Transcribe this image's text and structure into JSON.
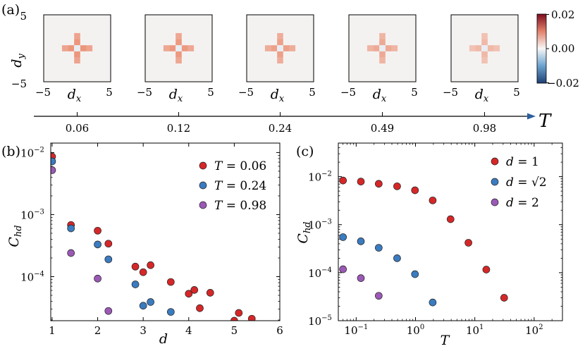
{
  "panel_a": {
    "label": "(a)",
    "tick_min": "−5",
    "tick_max": "5",
    "xlabel_base": "d",
    "xlabel_sub": "x",
    "ylabel_base": "d",
    "ylabel_sub": "y",
    "arrow_label": "T",
    "maps": [
      {
        "T": "0.06",
        "center_value": 0.0065
      },
      {
        "T": "0.12",
        "center_value": 0.0063
      },
      {
        "T": "0.24",
        "center_value": 0.0058
      },
      {
        "T": "0.49",
        "center_value": 0.0052
      },
      {
        "T": "0.98",
        "center_value": 0.0042
      }
    ],
    "colorbar": {
      "ticks": [
        "0.02",
        "0.00",
        "−0.02"
      ],
      "range": [
        -0.02,
        0.02
      ],
      "colormap": "RdBu_r",
      "colors": {
        "low": "#1f3f73",
        "mid": "#f7f7f7",
        "high": "#7d0c1f"
      }
    }
  },
  "chart_data": [
    {
      "panel": "b",
      "label": "(b)",
      "type": "scatter",
      "xlabel": "d",
      "ylabel_base": "C",
      "ylabel_sub": "hd",
      "xlim": [
        0.97,
        6
      ],
      "ylim": [
        1.95e-05,
        0.0142
      ],
      "y_scale": "log",
      "x_ticks": [
        "1",
        "2",
        "3",
        "4",
        "5",
        "6"
      ],
      "y_ticks": [
        {
          "base": "10",
          "exp": "−2",
          "value": 0.01
        },
        {
          "base": "10",
          "exp": "−3",
          "value": 0.001
        },
        {
          "base": "10",
          "exp": "−4",
          "value": 0.0001
        }
      ],
      "legend_position": "top-right",
      "series": [
        {
          "name": "T = 0.06",
          "name_var": "T",
          "name_val": " = 0.06",
          "color": "#d62728",
          "x": [
            1,
            1.414,
            2,
            2.236,
            2.828,
            3,
            3.162,
            3.606,
            4,
            4.123,
            4.243,
            4.472,
            5,
            5.099,
            5.385
          ],
          "y": [
            0.0086,
            0.00068,
            0.00055,
            0.00034,
            0.000145,
            0.000118,
            0.000153,
            8.2e-05,
            5.3e-05,
            6.1e-05,
            3.1e-05,
            5.5e-05,
            1.95e-05,
            2.6e-05,
            2.1e-05
          ]
        },
        {
          "name": "T = 0.24",
          "name_var": "T",
          "name_val": " = 0.24",
          "color": "#3b7bbf",
          "x": [
            1,
            1.414,
            2,
            2.236,
            2.828,
            3,
            3.162,
            3.606
          ],
          "y": [
            0.0072,
            0.0006,
            0.00033,
            0.00019,
            7.5e-05,
            3.4e-05,
            3.9e-05,
            2.7e-05
          ]
        },
        {
          "name": "T = 0.98",
          "name_var": "T",
          "name_val": " = 0.98",
          "color": "#9b59b6",
          "x": [
            1,
            1.414,
            2,
            2.236
          ],
          "y": [
            0.0052,
            0.00024,
            9.3e-05,
            2.8e-05
          ]
        }
      ]
    },
    {
      "panel": "c",
      "label": "(c)",
      "type": "scatter",
      "xlabel": "T",
      "ylabel_base": "C",
      "ylabel_sub": "hd",
      "xlim": [
        0.05,
        300
      ],
      "ylim": [
        1e-05,
        0.05
      ],
      "x_scale": "log",
      "y_scale": "log",
      "x_ticks": [
        {
          "base": "10",
          "exp": "−1",
          "value": 0.1
        },
        {
          "base": "10",
          "exp": "0",
          "value": 1
        },
        {
          "base": "10",
          "exp": "1",
          "value": 10
        },
        {
          "base": "10",
          "exp": "2",
          "value": 100
        }
      ],
      "y_ticks": [
        {
          "base": "10",
          "exp": "−2",
          "value": 0.01
        },
        {
          "base": "10",
          "exp": "−3",
          "value": 0.001
        },
        {
          "base": "10",
          "exp": "−4",
          "value": 0.0001
        },
        {
          "base": "10",
          "exp": "−5",
          "value": 1e-05
        }
      ],
      "legend_position": "top-right",
      "series": [
        {
          "name": "d = 1",
          "name_var": "d",
          "name_val": " = 1",
          "color": "#d62728",
          "x": [
            0.06,
            0.12,
            0.24,
            0.49,
            0.98,
            1.95,
            3.9,
            7.8,
            15.6,
            31.2
          ],
          "y": [
            0.0083,
            0.0079,
            0.0071,
            0.0063,
            0.0052,
            0.0032,
            0.0013,
            0.00042,
            0.000116,
            3e-05
          ]
        },
        {
          "name": "d = √2",
          "name_var": "d",
          "name_val": " = √2",
          "color": "#3b7bbf",
          "x": [
            0.06,
            0.12,
            0.24,
            0.49,
            0.98,
            1.95
          ],
          "y": [
            0.00055,
            0.00045,
            0.00033,
            0.0002,
            9.3e-05,
            2.4e-05
          ]
        },
        {
          "name": "d = 2",
          "name_var": "d",
          "name_val": " = 2",
          "color": "#9b59b6",
          "x": [
            0.06,
            0.12,
            0.24
          ],
          "y": [
            0.000118,
            7.7e-05,
            3.3e-05
          ]
        }
      ]
    }
  ]
}
